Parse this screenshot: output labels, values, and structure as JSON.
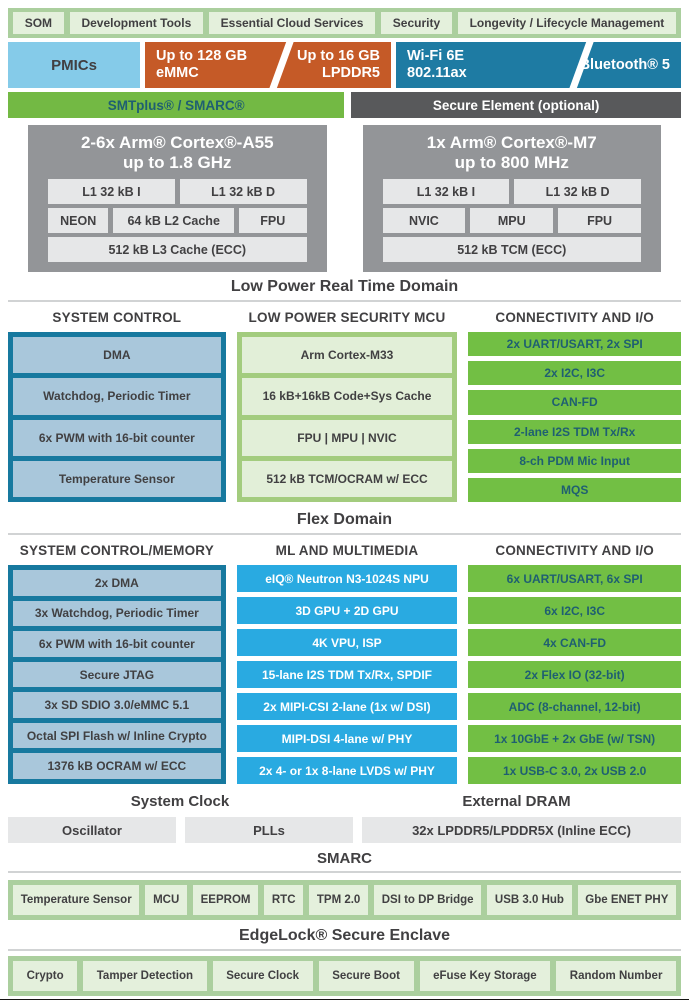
{
  "top_banner": {
    "items": [
      "SOM",
      "Development Tools",
      "Essential Cloud Services",
      "Security",
      "Longevity / Lifecycle Management"
    ]
  },
  "hw_row": {
    "pmics": "PMICs",
    "emmc_line1": "Up to 128 GB",
    "emmc_line2": "eMMC",
    "lpddr_line1": "Up to 16 GB",
    "lpddr_line2": "LPDDR5",
    "wifi_line1": "Wi-Fi 6E",
    "wifi_line2": "802.11ax",
    "bluetooth": "Bluetooth® 5"
  },
  "carrier_row": {
    "smtplus": "SMTplus® / SMARC®",
    "secure_element": "Secure Element (optional)"
  },
  "cpu_blocks": [
    {
      "title1": "2-6x Arm® Cortex®-A55",
      "title2": "up to 1.8 GHz",
      "r1": [
        "L1 32 kB I",
        "L1 32 kB D"
      ],
      "r2": [
        "NEON",
        "64 kB L2 Cache",
        "FPU"
      ],
      "r3": "512 kB L3 Cache (ECC)"
    },
    {
      "title1": "1x Arm® Cortex®-M7",
      "title2": "up to 800 MHz",
      "r1": [
        "L1 32 kB I",
        "L1 32 kB D"
      ],
      "r2": [
        "NVIC",
        "MPU",
        "FPU"
      ],
      "r3": "512 kB TCM (ECC)"
    }
  ],
  "domain1": {
    "heading": "Low Power Real Time Domain",
    "columns": [
      {
        "title": "SYSTEM CONTROL",
        "items": [
          "DMA",
          "Watchdog, Periodic Timer",
          "6x PWM with 16-bit counter",
          "Temperature Sensor"
        ]
      },
      {
        "title": "LOW POWER SECURITY MCU",
        "items": [
          "Arm Cortex-M33",
          "16 kB+16kB Code+Sys Cache",
          "FPU | MPU | NVIC",
          "512 kB TCM/OCRAM w/ ECC"
        ]
      },
      {
        "title": "CONNECTIVITY AND I/O",
        "items": [
          "2x UART/USART, 2x SPI",
          "2x I2C, I3C",
          "CAN-FD",
          "2-lane I2S TDM Tx/Rx",
          "8-ch PDM Mic Input",
          "MQS"
        ]
      }
    ],
    "footer": "Flex Domain"
  },
  "domain2": {
    "columns": [
      {
        "title": "SYSTEM CONTROL/MEMORY",
        "items": [
          "2x DMA",
          "3x Watchdog, Periodic Timer",
          "6x PWM with 16-bit counter",
          "Secure JTAG",
          "3x SD SDIO 3.0/eMMC 5.1",
          "Octal SPI Flash w/ Inline Crypto",
          "1376 kB OCRAM w/ ECC"
        ]
      },
      {
        "title": "ML AND MULTIMEDIA",
        "items": [
          "eIQ® Neutron N3-1024S NPU",
          "3D GPU + 2D GPU",
          "4K VPU, ISP",
          "15-lane I2S TDM Tx/Rx, SPDIF",
          "2x MIPI-CSI 2-lane (1x w/ DSI)",
          "MIPI-DSI 4-lane w/ PHY",
          "2x 4- or 1x 8-lane LVDS w/ PHY"
        ]
      },
      {
        "title": "CONNECTIVITY AND I/O",
        "items": [
          "6x UART/USART, 6x SPI",
          "6x I2C, I3C",
          "4x CAN-FD",
          "2x Flex IO (32-bit)",
          "ADC (8-channel, 12-bit)",
          "1x 10GbE + 2x GbE (w/ TSN)",
          "1x USB-C 3.0, 2x USB 2.0"
        ]
      }
    ]
  },
  "clock_dram": {
    "clock_heading": "System Clock",
    "dram_heading": "External DRAM",
    "oscillator": "Oscillator",
    "plls": "PLLs",
    "dram_block": "32x LPDDR5/LPDDR5X (Inline ECC)"
  },
  "smarc": {
    "heading": "SMARC",
    "items": [
      "Temperature Sensor",
      "MCU",
      "EEPROM",
      "RTC",
      "TPM 2.0",
      "DSI to DP Bridge",
      "USB 3.0 Hub",
      "Gbe ENET PHY"
    ]
  },
  "edgelock": {
    "heading": "EdgeLock® Secure Enclave",
    "items": [
      "Crypto",
      "Tamper Detection",
      "Secure Clock",
      "Secure Boot",
      "eFuse Key Storage",
      "Random Number"
    ]
  },
  "colors": {
    "banner_green": "#abcf9e",
    "banner_box_green": "#e4f0dc",
    "pmics_blue": "#85cbe9",
    "memory_orange": "#c55a27",
    "wireless_teal": "#1e7ba3",
    "carrier_green": "#73b944",
    "secure_gray": "#58595b",
    "cpu_gray": "#939598",
    "cpu_cell_gray": "#e6e7e8",
    "container_teal": "#17799f",
    "steel_cell": "#a9c7db",
    "container_green": "#a3cc7e",
    "pale_green_cell": "#e2efd8",
    "io_green": "#72bf44",
    "mm_blue": "#29aae1",
    "dark_text": "#414042",
    "teal_text": "#1f5f71",
    "rule_gray": "#d1d3d4"
  }
}
